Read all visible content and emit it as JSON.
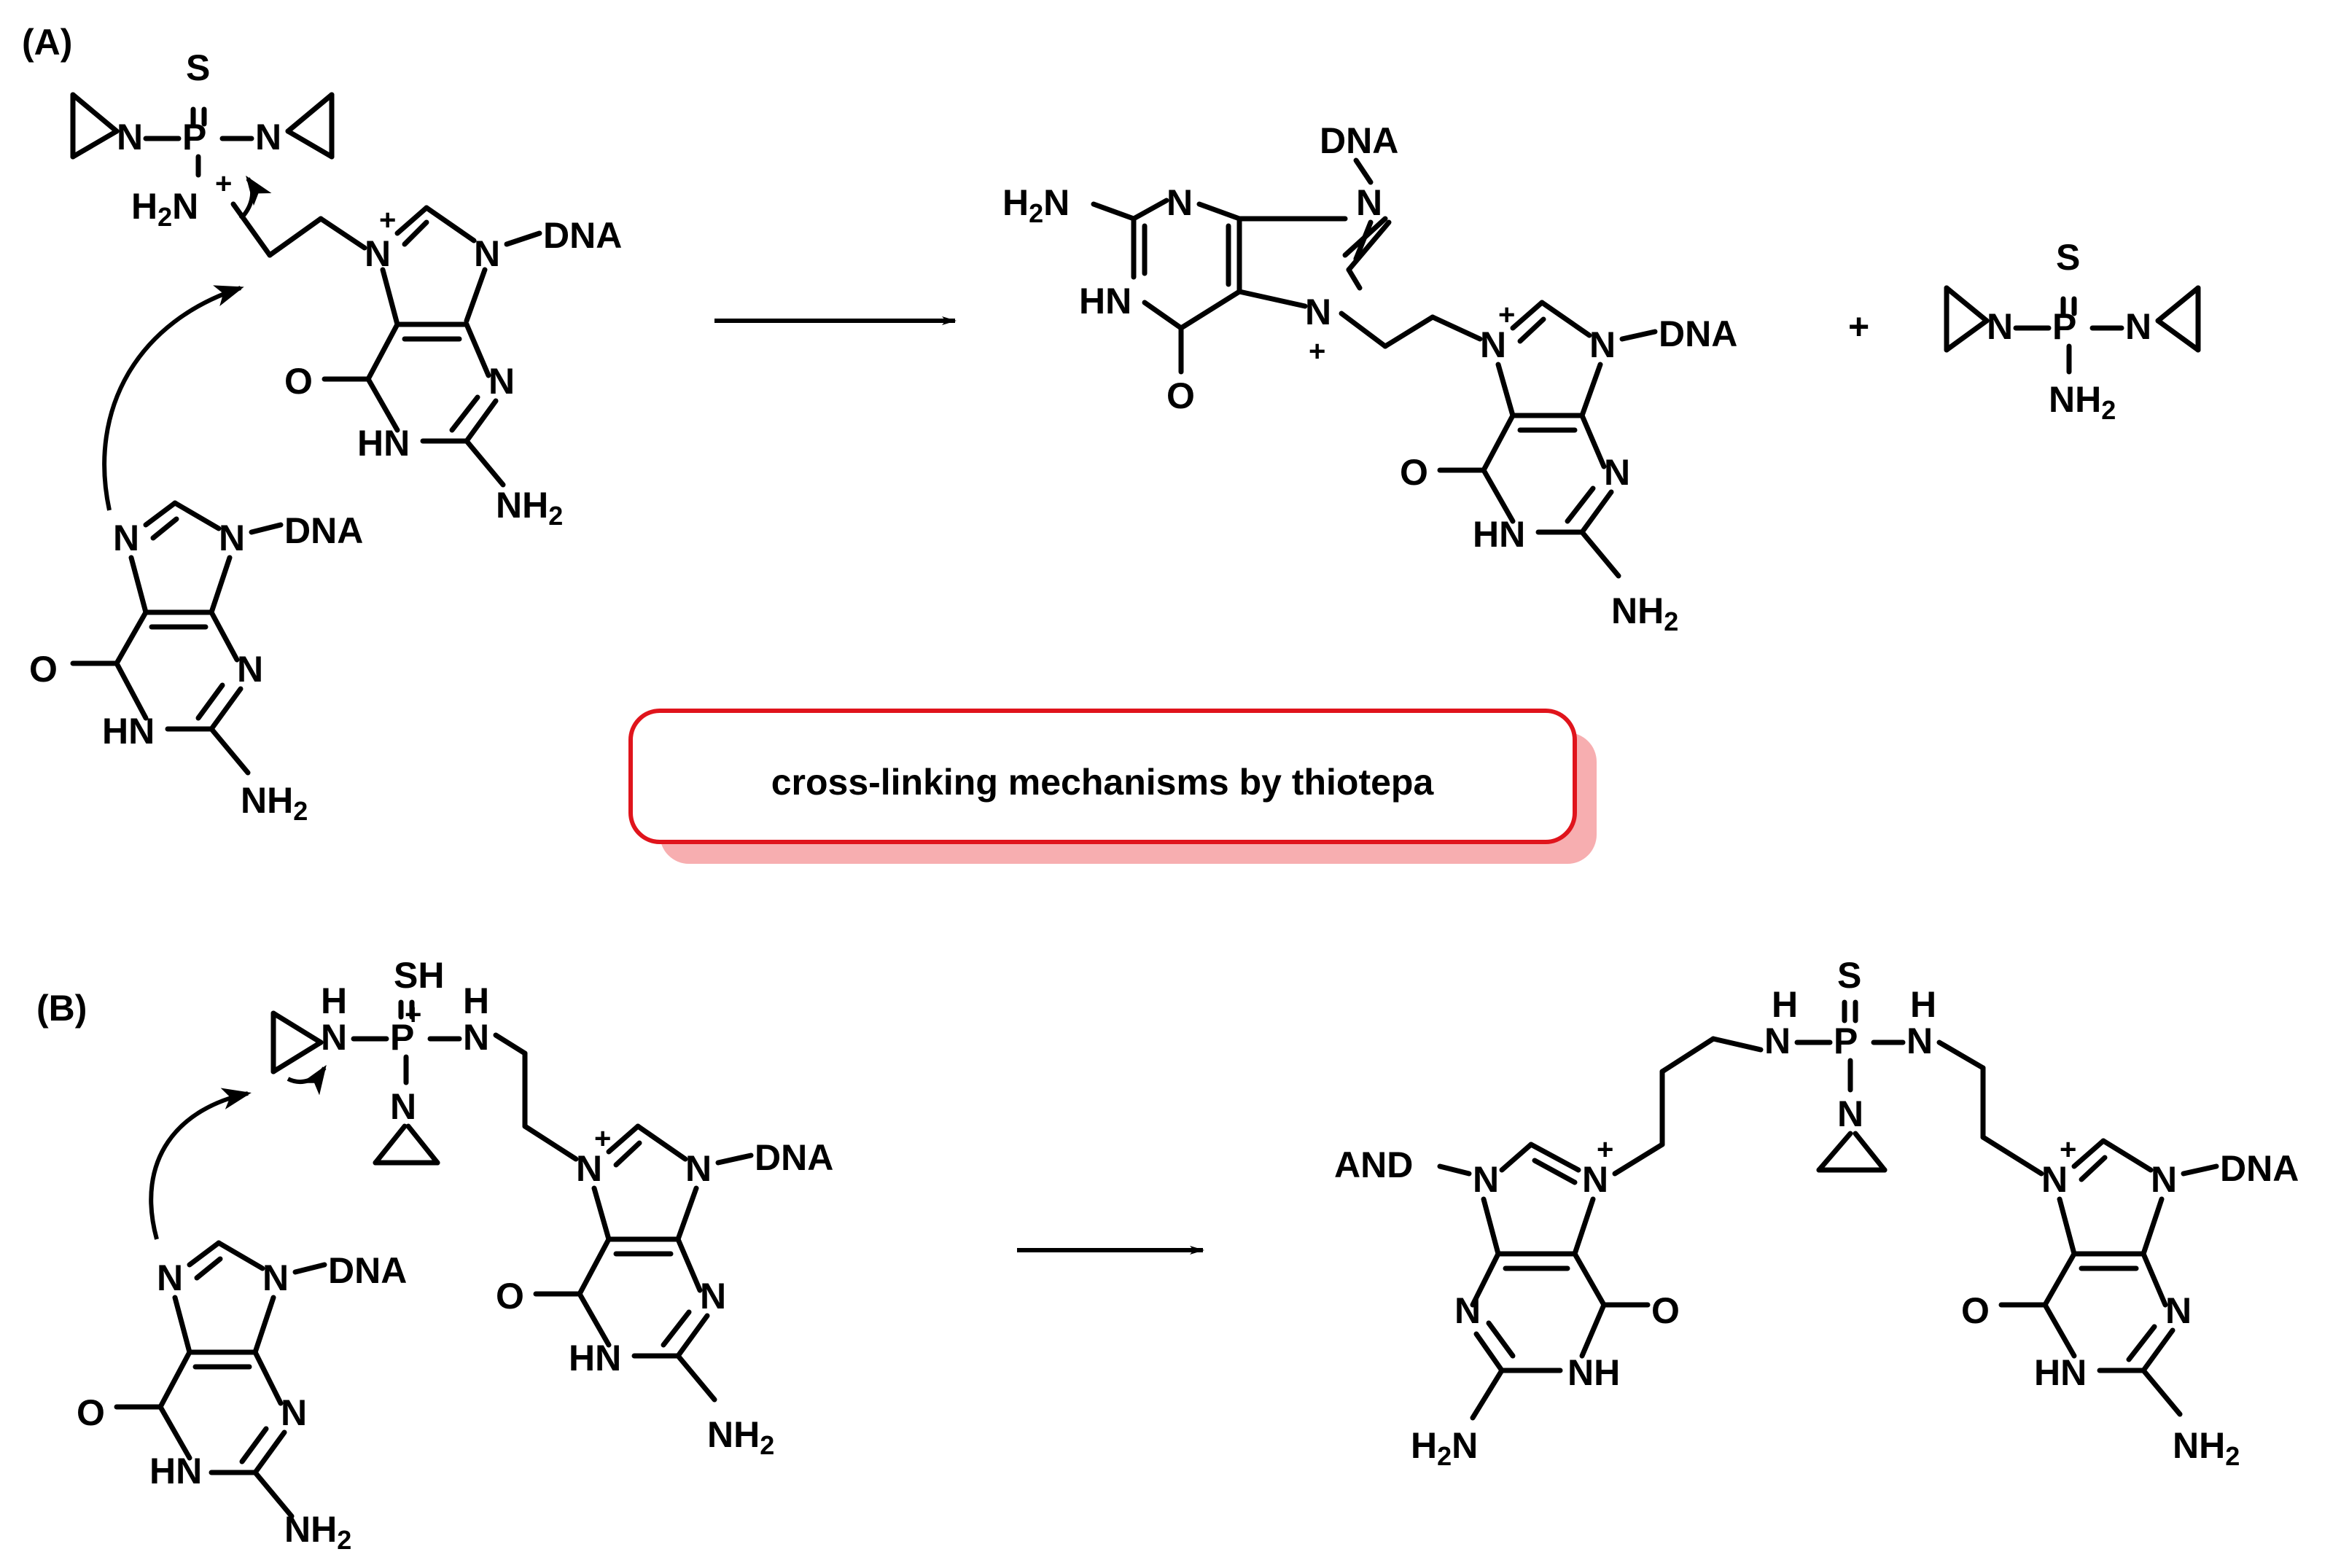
{
  "panel_labels": {
    "a": "(A)",
    "b": "(B)"
  },
  "caption": {
    "text": "cross-linking mechanisms by thiotepa",
    "border_color": "#e0141c",
    "shadow_color": "#f7aeb0"
  },
  "atoms": {
    "N": "N",
    "S": "S",
    "SH": "SH",
    "P": "P",
    "O": "O",
    "H": "H",
    "HN": "HN",
    "NH": "NH",
    "NH2": "NH",
    "H2N": "H",
    "H2N_tail": "N",
    "sub2": "2",
    "DNA": "DNA",
    "AND": "AND"
  },
  "charges": {
    "plus": "+",
    "plus_sign": "+"
  }
}
